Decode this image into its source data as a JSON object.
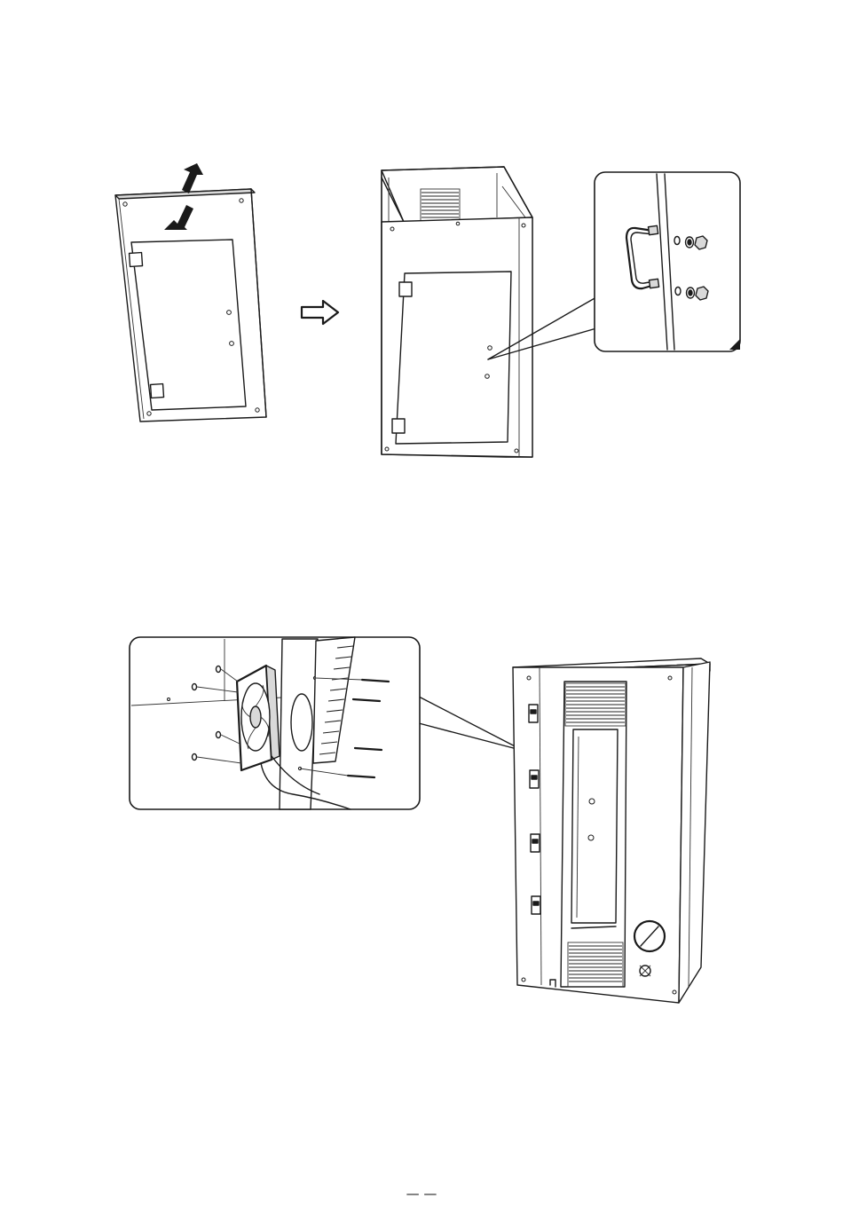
{
  "page": {
    "page_number": "— —"
  },
  "figure_top": {
    "left_panel": "front-panel-with-door-cutout",
    "move_arrows": "double-direction-arrow-icon",
    "step_arrow": "outline-right-arrow-icon",
    "right_panel": "cabinet-with-front-panel-installed",
    "detail": "handle-attachment-detail"
  },
  "figure_bottom": {
    "detail": "fan-mounting-detail",
    "cabinet": "cabinet-rear-view"
  }
}
